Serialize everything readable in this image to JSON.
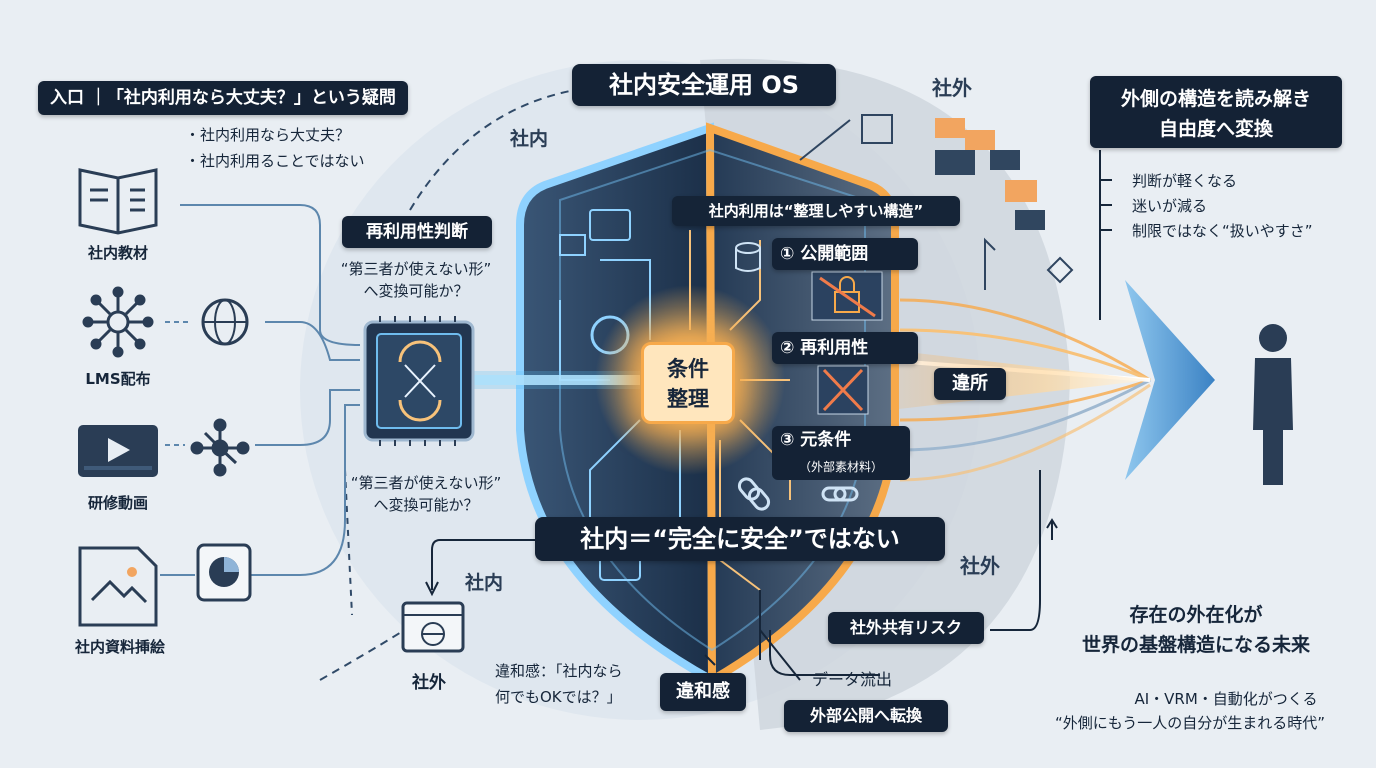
{
  "title": "社内安全運用 OS",
  "left": {
    "entry_label": "入口 ｜「社内利用なら大丈夫？」という疑問",
    "bullets": [
      "・社内利用なら大丈夫？",
      "・社内利用ることではない"
    ],
    "sources": [
      "社内教材",
      "LMS配布",
      "研修動画",
      "社内資料挿絵"
    ],
    "reuse_box": "再利用性判断",
    "reuse_question": [
      "“第三者が使えない形”",
      "へ変換可能か？"
    ],
    "reuse_question2": [
      "“第三者が使えない形”",
      "へ変換可能か？"
    ]
  },
  "zones": {
    "inside_top": "社内",
    "outside_top": "社外",
    "inside_bottom": "社内",
    "outside_bottom": "社外",
    "outside_mid": "社外"
  },
  "shield": {
    "subtitle": "社内利用は“整理しやすい構造”",
    "core": [
      "条件",
      "整理"
    ],
    "items": [
      "① 公開範囲",
      "② 再利用性",
      "③ 元条件"
    ],
    "item3_sub": "（外部素材料）",
    "warning": "社内＝“完全に安全”ではない"
  },
  "flow": {
    "violation": "違所",
    "share_risk": "社外共有リスク",
    "data_leak": "データ流出",
    "external_convert": "外部公開へ転換",
    "discomfort_label": "違和感",
    "discomfort_note": [
      "違和感：「社内なら",
      "何でもOKでは？」"
    ],
    "outside_small": "社外"
  },
  "right": {
    "header": [
      "外側の構造を読み解き",
      "自由度へ変換"
    ],
    "bullets": [
      "判断が軽くなる",
      "迷いが減る",
      "制限ではなく“扱いやすさ”"
    ],
    "future": [
      "存在の外在化が",
      "世界の基盤構造になる未来"
    ],
    "ai_line": [
      "AI・VRM・自動化がつくる",
      "“外側にもう一人の自分が生まれる時代”"
    ]
  },
  "colors": {
    "dark": "#142235",
    "glow_orange": "#f7a94a",
    "glow_blue": "#4fb3f0",
    "shield_fill": "#1f3550"
  }
}
